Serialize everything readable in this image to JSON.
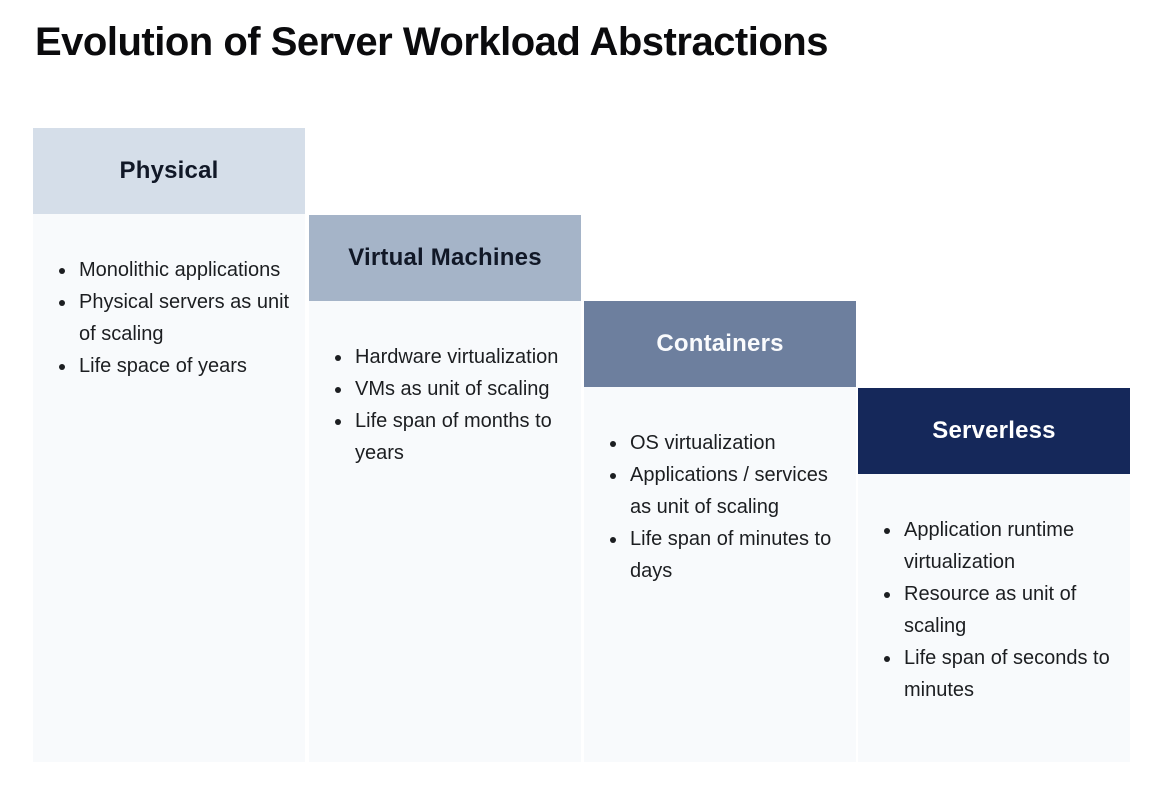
{
  "title": "Evolution of Server Workload Abstractions",
  "colors": {
    "page_bg": "#ffffff",
    "column_body_bg": "#f8fafc",
    "bullet_text": "#1c1e21",
    "title_text": "#0b0b0d"
  },
  "columns": [
    {
      "label": "Physical",
      "header_bg": "#d5dee9",
      "header_text": "#111827",
      "bullets": [
        "Monolithic applications",
        "Physical servers as unit of scaling",
        "Life space of years"
      ]
    },
    {
      "label": "Virtual Machines",
      "header_bg": "#a5b4c8",
      "header_text": "#111827",
      "bullets": [
        "Hardware virtualization",
        "VMs as unit of scaling",
        "Life span of months to years"
      ]
    },
    {
      "label": "Containers",
      "header_bg": "#6d7f9e",
      "header_text": "#fafbfd",
      "bullets": [
        "OS virtualization",
        "Applications / services as unit of scaling",
        "Life span of minutes to days"
      ]
    },
    {
      "label": "Serverless",
      "header_bg": "#15285a",
      "header_text": "#ffffff",
      "bullets": [
        "Application runtime virtualization",
        "Resource as unit of scaling",
        "Life span of seconds to minutes"
      ]
    }
  ]
}
